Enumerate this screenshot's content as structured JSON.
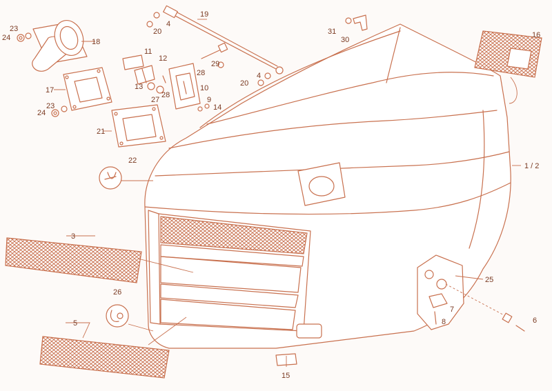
{
  "diagram": {
    "colors": {
      "stroke": "#c8704e",
      "label": "#7a3a22",
      "background": "#fdfaf8"
    },
    "callouts": {
      "c1_2": "1 / 2",
      "c3": "3",
      "c4a": "4",
      "c4b": "4",
      "c5": "5",
      "c6": "6",
      "c7": "7",
      "c8": "8",
      "c9": "9",
      "c10": "10",
      "c11": "11",
      "c12": "12",
      "c13": "13",
      "c14": "14",
      "c15": "15",
      "c16": "16",
      "c17": "17",
      "c18": "18",
      "c19": "19",
      "c20a": "20",
      "c20b": "20",
      "c21": "21",
      "c22": "22",
      "c23a": "23",
      "c23b": "23",
      "c24a": "24",
      "c24b": "24",
      "c25": "25",
      "c26": "26",
      "c27": "27",
      "c28a": "28",
      "c28b": "28",
      "c29": "29",
      "c30": "30",
      "c31": "31"
    }
  }
}
